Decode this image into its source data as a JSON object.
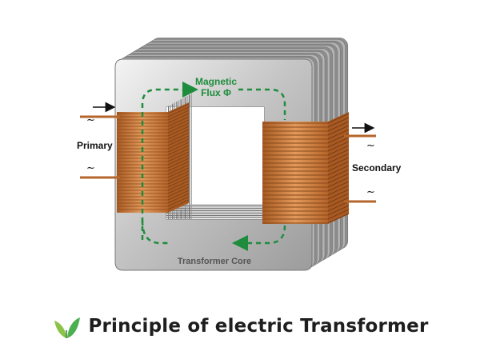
{
  "labels": {
    "magnetic_line1": "Magnetic",
    "magnetic_line2": "Flux Φ",
    "primary": "Primary",
    "secondary": "Secondary",
    "core": "Transformer Core"
  },
  "ac_symbol": "~",
  "title": "Principle of electric Transformer",
  "colors": {
    "flux": "#1e8c3c",
    "copper": "#d07a3a",
    "copper_dark": "#8a4a1c",
    "core": "#bdbdbd",
    "leaf": "#4caf50",
    "title": "#1e1e1e"
  },
  "icons": {
    "logo": "leaf-icon"
  }
}
